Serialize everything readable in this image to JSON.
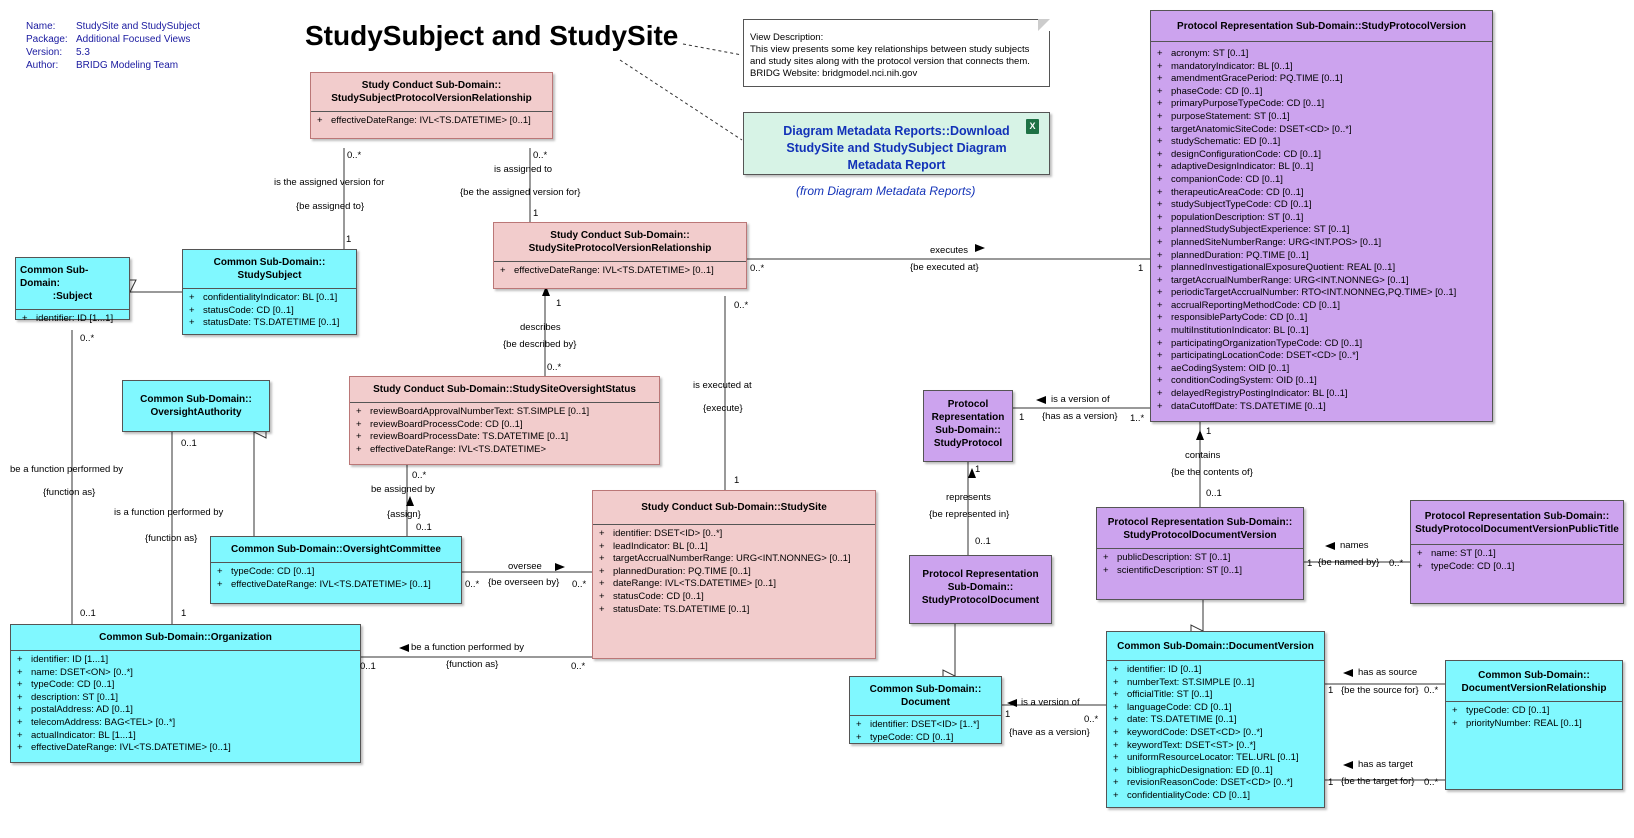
{
  "meta": {
    "name_label": "Name:",
    "name_value": "StudySite and StudySubject",
    "package_label": "Package:",
    "package_value": "Additional Focused Views",
    "version_label": "Version:",
    "version_value": "5.3",
    "author_label": "Author:",
    "author_value": "BRIDG Modeling Team"
  },
  "title": "StudySubject and StudySite",
  "view_note": {
    "line1": "View Description:",
    "line2": "This view presents some key relationships between study subjects",
    "line3": "and study sites along with the protocol version that connects them.",
    "line4": "BRIDG Website:  bridgmodel.nci.nih.gov"
  },
  "report_link": {
    "text": "Diagram Metadata Reports::Download StudySite and StudySubject Diagram Metadata Report",
    "from": "(from Diagram Metadata Reports)"
  },
  "classes": {
    "sspvr": {
      "line1": "Study Conduct Sub-Domain::",
      "line2": "StudySubjectProtocolVersionRelationship",
      "attrs": [
        "effectiveDateRange: IVL<TS.DATETIME> [0..1]"
      ]
    },
    "sitepvr": {
      "line1": "Study Conduct Sub-Domain::",
      "line2": "StudySiteProtocolVersionRelationship",
      "attrs": [
        "effectiveDateRange: IVL<TS.DATETIME> [0..1]"
      ]
    },
    "subject": {
      "line1": "Common Sub-Domain:",
      "line2": ":Subject",
      "attrs": [
        "identifier: ID [1...1]"
      ]
    },
    "studysubject": {
      "line1": "Common Sub-Domain::",
      "line2": "StudySubject",
      "attrs": [
        "confidentialityIndicator: BL [0..1]",
        "statusCode: CD [0..1]",
        "statusDate: TS.DATETIME [0..1]"
      ]
    },
    "oversight_status": {
      "line1": "Study Conduct Sub-Domain::StudySiteOversightStatus",
      "attrs": [
        "reviewBoardApprovalNumberText: ST.SIMPLE [0..1]",
        "reviewBoardProcessCode: CD [0..1]",
        "reviewBoardProcessDate: TS.DATETIME [0..1]",
        "effectiveDateRange: IVL<TS.DATETIME>"
      ]
    },
    "oversight_authority": {
      "line1": "Common Sub-Domain::",
      "line2": "OversightAuthority",
      "attrs": []
    },
    "oversight_committee": {
      "line1": "Common Sub-Domain::OversightCommittee",
      "attrs": [
        "typeCode: CD [0..1]",
        "effectiveDateRange: IVL<TS.DATETIME> [0..1]"
      ]
    },
    "organization": {
      "line1": "Common Sub-Domain::Organization",
      "attrs": [
        "identifier: ID [1...1]",
        "name: DSET<ON> [0..*]",
        "typeCode: CD [0..1]",
        "description: ST [0..1]",
        "postalAddress: AD [0..1]",
        "telecomAddress: BAG<TEL> [0..*]",
        "actualIndicator: BL [1...1]",
        "effectiveDateRange: IVL<TS.DATETIME> [0..1]"
      ]
    },
    "studysite": {
      "line1": "Study Conduct Sub-Domain::StudySite",
      "attrs": [
        "identifier: DSET<ID> [0..*]",
        "leadIndicator: BL [0..1]",
        "targetAccrualNumberRange: URG<INT.NONNEG> [0..1]",
        "plannedDuration: PQ.TIME [0..1]",
        "dateRange: IVL<TS.DATETIME> [0..1]",
        "statusCode: CD [0..1]",
        "statusDate: TS.DATETIME [0..1]"
      ]
    },
    "protocol": {
      "line1": "Protocol",
      "line2": "Representation",
      "line3": "Sub-Domain::",
      "line4": "StudyProtocol",
      "attrs": []
    },
    "protocol_document": {
      "line1": "Protocol Representation",
      "line2": "Sub-Domain::",
      "line3": "StudyProtocolDocument",
      "attrs": []
    },
    "document": {
      "line1": "Common Sub-Domain::",
      "line2": "Document",
      "attrs": [
        "identifier: DSET<ID> [1..*]",
        "typeCode: CD [0..1]"
      ]
    },
    "spv": {
      "line1": "Protocol Representation Sub-Domain::StudyProtocolVersion",
      "attrs": [
        "acronym: ST [0..1]",
        "mandatoryIndicator: BL [0..1]",
        "amendmentGracePeriod: PQ.TIME [0..1]",
        "phaseCode: CD [0..1]",
        "primaryPurposeTypeCode: CD [0..1]",
        "purposeStatement: ST [0..1]",
        "targetAnatomicSiteCode: DSET<CD> [0..*]",
        "studySchematic: ED [0..1]",
        "designConfigurationCode: CD [0..1]",
        "adaptiveDesignIndicator: BL [0..1]",
        "companionCode: CD [0..1]",
        "therapeuticAreaCode: CD [0..1]",
        "studySubjectTypeCode: CD [0..1]",
        "populationDescription: ST [0..1]",
        "plannedStudySubjectExperience: ST [0..1]",
        "plannedSiteNumberRange: URG<INT.POS> [0..1]",
        "plannedDuration: PQ.TIME [0..1]",
        "plannedInvestigationalExposureQuotient: REAL [0..1]",
        "targetAccrualNumberRange: URG<INT.NONNEG> [0..1]",
        "periodicTargetAccrualNumber: RTO<INT.NONNEG,PQ.TIME> [0..1]",
        "accrualReportingMethodCode: CD [0..1]",
        "responsiblePartyCode: CD [0..1]",
        "multiInstitutionIndicator: BL [0..1]",
        "participatingOrganizationTypeCode: CD [0..1]",
        "participatingLocationCode: DSET<CD> [0..*]",
        "aeCodingSystem: OID [0..1]",
        "conditionCodingSystem: OID [0..1]",
        "delayedRegistryPostingIndicator: BL [0..1]",
        "dataCutoffDate: TS.DATETIME [0..1]"
      ]
    },
    "spdv": {
      "line1": "Protocol Representation Sub-Domain::",
      "line2": "StudyProtocolDocumentVersion",
      "attrs": [
        "publicDescription: ST [0..1]",
        "scientificDescription: ST [0..1]"
      ]
    },
    "spdv_title": {
      "line1": "Protocol Representation Sub-Domain::",
      "line2": "StudyProtocolDocumentVersionPublicTitle",
      "attrs": [
        "name: ST [0..1]",
        "typeCode: CD [0..1]"
      ]
    },
    "docversion": {
      "line1": "Common Sub-Domain::DocumentVersion",
      "attrs": [
        "identifier: ID [0..1]",
        "numberText: ST.SIMPLE [0..1]",
        "officialTitle: ST [0..1]",
        "languageCode: CD [0..1]",
        "date: TS.DATETIME [0..1]",
        "keywordCode: DSET<CD> [0..*]",
        "keywordText: DSET<ST> [0..*]",
        "uniformResourceLocator: TEL.URL [0..1]",
        "bibliographicDesignation: ED [0..1]",
        "revisionReasonCode: DSET<CD> [0..*]",
        "confidentialityCode: CD [0..1]"
      ]
    },
    "dvr": {
      "line1": "Common Sub-Domain::",
      "line2": "DocumentVersionRelationship",
      "attrs": [
        "typeCode: CD [0..1]",
        "priorityNumber: REAL [0..1]"
      ]
    }
  },
  "assoc": {
    "sspvr_mult_top_left": "0..*",
    "sspvr_role1": "is the assigned version for",
    "sspvr_role2": "{be assigned to}",
    "sspvr_mult_ss": "1",
    "sitepvr_mult_top": "0..*",
    "sitepvr_role1": "is assigned to",
    "sitepvr_role2": "{be the assigned version for}",
    "sitepvr_mult_bottom": "1",
    "exec_role1": "executes",
    "exec_role2": "{be executed at}",
    "exec_mult_left": "0..*",
    "exec_mult_right": "1",
    "desc_mult_top": "1",
    "desc_role1": "describes",
    "desc_role2": "{be described by}",
    "desc_mult_bottom": "0..*",
    "site_mult_top": "0..*",
    "site_role1": "is executed at",
    "site_role2": "{execute}",
    "site_mult_bottom": "1",
    "assign_mult_top": "0..*",
    "assign_role1": "be assigned by",
    "assign_role2": "{assign}",
    "assign_mult_bottom": "0..1",
    "oversee_role1": "oversee",
    "oversee_role2": "{be overseen by}",
    "oversee_mult_left": "0..*",
    "oversee_mult_right": "0..*",
    "subj_mult_top": "0..*",
    "subj_role1": "be a function performed by",
    "subj_role2": "{function as}",
    "subj_mult_bottom": "0..1",
    "oa_mult_top": "0..1",
    "oa_role1": "is a function performed by",
    "oa_role2": "{function as}",
    "oa_mult_bottom": "1",
    "org_role1": "be a function performed by",
    "org_role2": "{function as}",
    "org_mult_left": "0..1",
    "org_mult_right": "0..*",
    "ver_role1": "is a version of",
    "ver_role2": "{has as a version}",
    "ver_mult_left": "1",
    "ver_mult_right": "1..*",
    "contains_mult_top": "1",
    "contains_role1": "contains",
    "contains_role2": "{be the contents of}",
    "contains_mult_bottom": "0..1",
    "rep_mult_top": "1",
    "rep_role1": "represents",
    "rep_role2": "{be represented in}",
    "rep_mult_bottom": "0..1",
    "names_role1": "names",
    "names_role2": "{be named by}",
    "names_mult_left": "1",
    "names_mult_right": "0..*",
    "docver_role1": "is a version of",
    "docver_role2": "{have as a version}",
    "docver_mult_left": "1",
    "docver_mult_right": "0..*",
    "src_role1": "has as source",
    "src_role2": "{be the source for}",
    "src_mult_left": "1",
    "src_mult_right": "0..*",
    "tgt_role1": "has as target",
    "tgt_role2": "{be the target for}",
    "tgt_mult_left": "1",
    "tgt_mult_right": "0..*"
  }
}
